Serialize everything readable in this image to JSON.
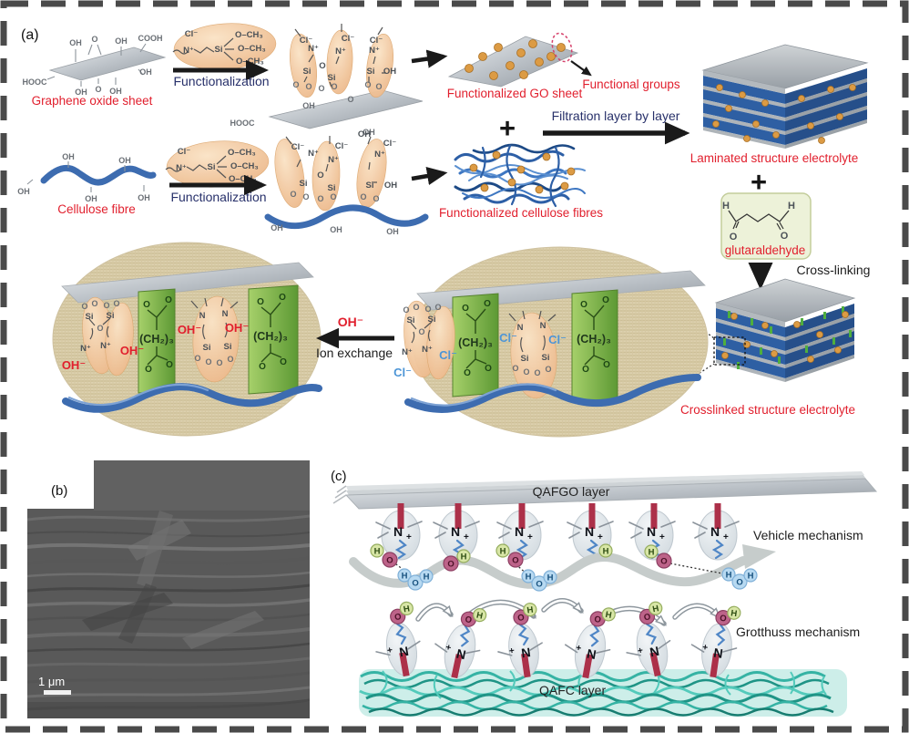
{
  "colors": {
    "label_red": "#e11f2d",
    "label_navy": "#27306a",
    "ion_blue": "#4d95d6",
    "orange_ball": "#dc9b44",
    "layer_blue": "#2e5fa3",
    "crosslink_green": "#4fae3e",
    "teal_mat": "#35b3a4",
    "burlap_bg": "#ddd1af",
    "maroon_bar": "#ac3049"
  },
  "panel_a": {
    "tag": "(a)",
    "graphene_sheet_label": "Graphene oxide sheet",
    "functionalization_label": "Functionalization",
    "cellulose_label": "Cellulose fibre",
    "func_go_label": "Functionalized GO sheet",
    "functional_groups_label": "Functional groups",
    "filtration_label": "Filtration layer by layer",
    "laminated_label": "Laminated structure electrolyte",
    "func_cellulose_label": "Functionalized cellulose fibres",
    "glutaraldehyde_label": "glutaraldehyde",
    "crosslinking_label": "Cross-linking",
    "crosslinked_label": "Crosslinked structure electrolyte",
    "ion_exchange_label": "Ion exchange",
    "plus_sign": "+",
    "chem": {
      "oh": "OH",
      "o": "O",
      "cooh": "COOH",
      "hooc": "HOOC",
      "cl": "Cl⁻",
      "n_plus": "N⁺",
      "n": "N",
      "si": "Si",
      "o_ch3": "O–CH₃",
      "ch2_3": "(CH₂)₃",
      "h": "H",
      "oh_minus": "OH⁻"
    }
  },
  "panel_b": {
    "tag": "(b)",
    "scale_label": "1 μm"
  },
  "panel_c": {
    "tag": "(c)",
    "qafgo_label": "QAFGO layer",
    "qafc_label": "QAFC layer",
    "vehicle_label": "Vehicle mechanism",
    "grotthuss_label": "Grotthuss mechanism",
    "atom_h": "H",
    "atom_o": "O",
    "atom_n": "N",
    "plus": "+"
  }
}
